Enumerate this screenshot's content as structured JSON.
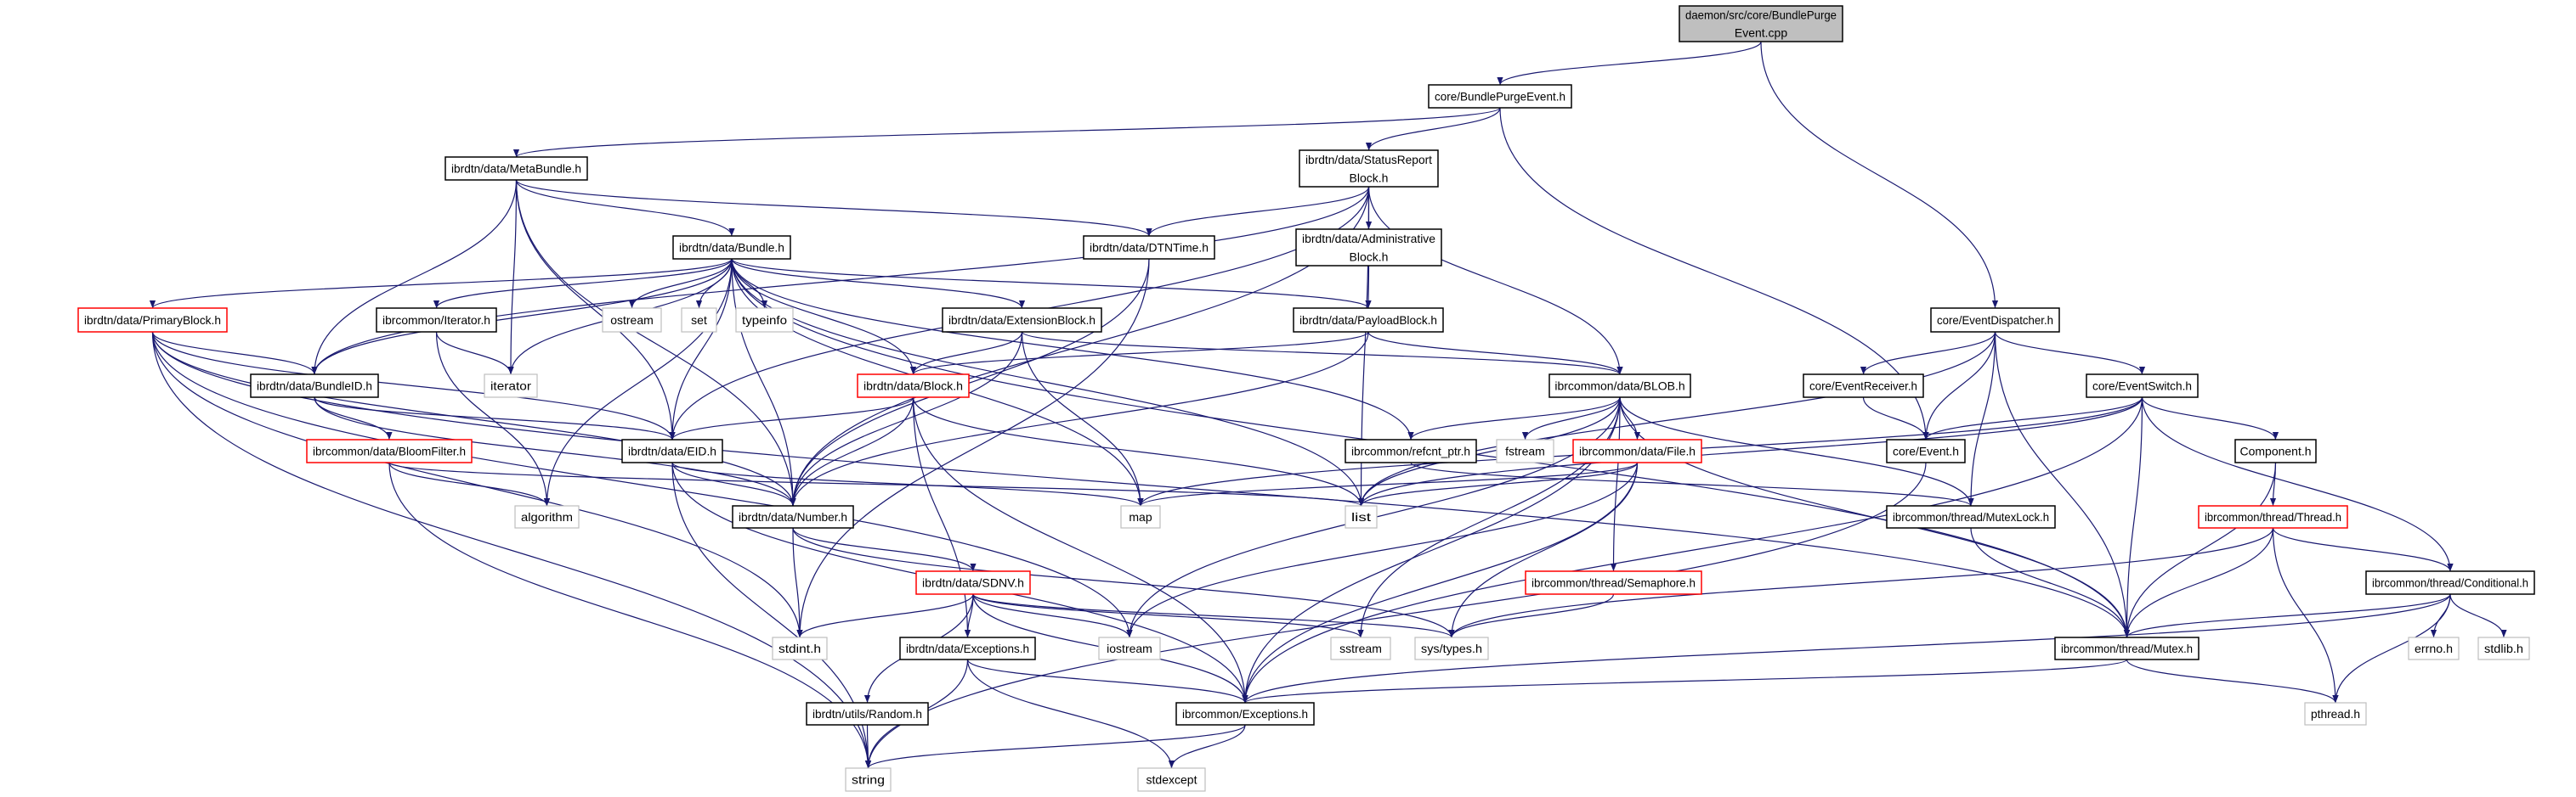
{
  "colors": {
    "edge": "#191970",
    "root_fill": "#bfbfbf",
    "normal_border": "#000000",
    "missing_border": "#ff0000",
    "external_border": "#bfbfbf"
  },
  "nodes": [
    {
      "id": "root",
      "kind": "root",
      "lines": [
        "daemon/src/core/BundlePurge",
        "Event.cpp"
      ]
    },
    {
      "id": "bpe",
      "kind": "normal",
      "lines": [
        "core/BundlePurgeEvent.h"
      ]
    },
    {
      "id": "metabundle",
      "kind": "normal",
      "lines": [
        "ibrdtn/data/MetaBundle.h"
      ]
    },
    {
      "id": "srb",
      "kind": "normal",
      "lines": [
        "ibrdtn/data/StatusReport",
        "Block.h"
      ]
    },
    {
      "id": "bundle",
      "kind": "normal",
      "lines": [
        "ibrdtn/data/Bundle.h"
      ]
    },
    {
      "id": "dtntime",
      "kind": "normal",
      "lines": [
        "ibrdtn/data/DTNTime.h"
      ]
    },
    {
      "id": "admin",
      "kind": "normal",
      "lines": [
        "ibrdtn/data/Administrative",
        "Block.h"
      ]
    },
    {
      "id": "primary",
      "kind": "missing",
      "lines": [
        "ibrdtn/data/PrimaryBlock.h"
      ]
    },
    {
      "id": "citerator",
      "kind": "normal",
      "lines": [
        "ibrcommon/Iterator.h"
      ]
    },
    {
      "id": "ostream",
      "kind": "external",
      "lines": [
        "ostream"
      ]
    },
    {
      "id": "set",
      "kind": "external",
      "lines": [
        "set"
      ]
    },
    {
      "id": "typeinfo",
      "kind": "external",
      "lines": [
        "typeinfo"
      ]
    },
    {
      "id": "extblock",
      "kind": "normal",
      "lines": [
        "ibrdtn/data/ExtensionBlock.h"
      ]
    },
    {
      "id": "payload",
      "kind": "normal",
      "lines": [
        "ibrdtn/data/PayloadBlock.h"
      ]
    },
    {
      "id": "dispatcher",
      "kind": "normal",
      "lines": [
        "core/EventDispatcher.h"
      ]
    },
    {
      "id": "bundleid",
      "kind": "normal",
      "lines": [
        "ibrdtn/data/BundleID.h"
      ]
    },
    {
      "id": "iterator",
      "kind": "external",
      "lines": [
        "iterator"
      ]
    },
    {
      "id": "block",
      "kind": "missing",
      "lines": [
        "ibrdtn/data/Block.h"
      ]
    },
    {
      "id": "blob",
      "kind": "normal",
      "lines": [
        "ibrcommon/data/BLOB.h"
      ]
    },
    {
      "id": "receiver",
      "kind": "normal",
      "lines": [
        "core/EventReceiver.h"
      ]
    },
    {
      "id": "switch",
      "kind": "normal",
      "lines": [
        "core/EventSwitch.h"
      ]
    },
    {
      "id": "bloom",
      "kind": "missing",
      "lines": [
        "ibrcommon/data/BloomFilter.h"
      ]
    },
    {
      "id": "eid",
      "kind": "normal",
      "lines": [
        "ibrdtn/data/EID.h"
      ]
    },
    {
      "id": "refcnt",
      "kind": "normal",
      "lines": [
        "ibrcommon/refcnt_ptr.h"
      ]
    },
    {
      "id": "fstream",
      "kind": "external",
      "lines": [
        "fstream"
      ]
    },
    {
      "id": "file",
      "kind": "missing",
      "lines": [
        "ibrcommon/data/File.h"
      ]
    },
    {
      "id": "event",
      "kind": "normal",
      "lines": [
        "core/Event.h"
      ]
    },
    {
      "id": "component",
      "kind": "normal",
      "lines": [
        "Component.h"
      ]
    },
    {
      "id": "algorithm",
      "kind": "external",
      "lines": [
        "algorithm"
      ]
    },
    {
      "id": "number",
      "kind": "normal",
      "lines": [
        "ibrdtn/data/Number.h"
      ]
    },
    {
      "id": "map",
      "kind": "external",
      "lines": [
        "map"
      ]
    },
    {
      "id": "list",
      "kind": "external",
      "lines": [
        "list"
      ]
    },
    {
      "id": "mutexlock",
      "kind": "normal",
      "lines": [
        "ibrcommon/thread/MutexLock.h"
      ]
    },
    {
      "id": "thread",
      "kind": "missing",
      "lines": [
        "ibrcommon/thread/Thread.h"
      ]
    },
    {
      "id": "sdnv",
      "kind": "missing",
      "lines": [
        "ibrdtn/data/SDNV.h"
      ]
    },
    {
      "id": "semaphore",
      "kind": "missing",
      "lines": [
        "ibrcommon/thread/Semaphore.h"
      ]
    },
    {
      "id": "conditional",
      "kind": "normal",
      "lines": [
        "ibrcommon/thread/Conditional.h"
      ]
    },
    {
      "id": "stdint",
      "kind": "external",
      "lines": [
        "stdint.h"
      ]
    },
    {
      "id": "dexceptions",
      "kind": "normal",
      "lines": [
        "ibrdtn/data/Exceptions.h"
      ]
    },
    {
      "id": "iostream",
      "kind": "external",
      "lines": [
        "iostream"
      ]
    },
    {
      "id": "sstream",
      "kind": "external",
      "lines": [
        "sstream"
      ]
    },
    {
      "id": "systypes",
      "kind": "external",
      "lines": [
        "sys/types.h"
      ]
    },
    {
      "id": "mutex",
      "kind": "normal",
      "lines": [
        "ibrcommon/thread/Mutex.h"
      ]
    },
    {
      "id": "errno",
      "kind": "external",
      "lines": [
        "errno.h"
      ]
    },
    {
      "id": "stdlib",
      "kind": "external",
      "lines": [
        "stdlib.h"
      ]
    },
    {
      "id": "random",
      "kind": "normal",
      "lines": [
        "ibrdtn/utils/Random.h"
      ]
    },
    {
      "id": "cexceptions",
      "kind": "normal",
      "lines": [
        "ibrcommon/Exceptions.h"
      ]
    },
    {
      "id": "pthread",
      "kind": "external",
      "lines": [
        "pthread.h"
      ]
    },
    {
      "id": "string",
      "kind": "external",
      "lines": [
        "string"
      ]
    },
    {
      "id": "stdexcept",
      "kind": "external",
      "lines": [
        "stdexcept"
      ]
    }
  ],
  "edges": [
    [
      "root",
      "bpe"
    ],
    [
      "root",
      "dispatcher"
    ],
    [
      "bpe",
      "metabundle"
    ],
    [
      "bpe",
      "srb"
    ],
    [
      "bpe",
      "event"
    ],
    [
      "metabundle",
      "bundle"
    ],
    [
      "metabundle",
      "dtntime"
    ],
    [
      "metabundle",
      "bundleid"
    ],
    [
      "metabundle",
      "eid"
    ],
    [
      "metabundle",
      "number"
    ],
    [
      "metabundle",
      "iterator"
    ],
    [
      "srb",
      "dtntime"
    ],
    [
      "srb",
      "admin"
    ],
    [
      "srb",
      "blob"
    ],
    [
      "srb",
      "number"
    ],
    [
      "srb",
      "eid"
    ],
    [
      "srb",
      "bundleid"
    ],
    [
      "srb",
      "list"
    ],
    [
      "admin",
      "payload"
    ],
    [
      "bundle",
      "primary"
    ],
    [
      "bundle",
      "citerator"
    ],
    [
      "bundle",
      "ostream"
    ],
    [
      "bundle",
      "set"
    ],
    [
      "bundle",
      "typeinfo"
    ],
    [
      "bundle",
      "block"
    ],
    [
      "bundle",
      "extblock"
    ],
    [
      "bundle",
      "payload"
    ],
    [
      "bundle",
      "eid"
    ],
    [
      "bundle",
      "number"
    ],
    [
      "bundle",
      "algorithm"
    ],
    [
      "bundle",
      "iterator"
    ],
    [
      "bundle",
      "map"
    ],
    [
      "bundle",
      "list"
    ],
    [
      "bundle",
      "refcnt"
    ],
    [
      "bundle",
      "bundleid"
    ],
    [
      "bundle",
      "mutex"
    ],
    [
      "primary",
      "bundleid"
    ],
    [
      "primary",
      "eid"
    ],
    [
      "primary",
      "number"
    ],
    [
      "primary",
      "string"
    ],
    [
      "primary",
      "stdint"
    ],
    [
      "primary",
      "iostream"
    ],
    [
      "primary",
      "mutex"
    ],
    [
      "citerator",
      "iterator"
    ],
    [
      "citerator",
      "algorithm"
    ],
    [
      "bundleid",
      "bloom"
    ],
    [
      "bundleid",
      "eid"
    ],
    [
      "bundleid",
      "number"
    ],
    [
      "bloom",
      "algorithm"
    ],
    [
      "bloom",
      "string"
    ],
    [
      "bloom",
      "list"
    ],
    [
      "eid",
      "number"
    ],
    [
      "eid",
      "string"
    ],
    [
      "eid",
      "cexceptions"
    ],
    [
      "eid",
      "map"
    ],
    [
      "number",
      "stdint"
    ],
    [
      "number",
      "sdnv"
    ],
    [
      "number",
      "systypes"
    ],
    [
      "dtntime",
      "number"
    ],
    [
      "dtntime",
      "stdint"
    ],
    [
      "extblock",
      "block"
    ],
    [
      "extblock",
      "number"
    ],
    [
      "extblock",
      "map"
    ],
    [
      "extblock",
      "blob"
    ],
    [
      "payload",
      "block"
    ],
    [
      "payload",
      "blob"
    ],
    [
      "payload",
      "number"
    ],
    [
      "block",
      "eid"
    ],
    [
      "block",
      "number"
    ],
    [
      "block",
      "list"
    ],
    [
      "block",
      "dexceptions"
    ],
    [
      "block",
      "cexceptions"
    ],
    [
      "blob",
      "refcnt"
    ],
    [
      "blob",
      "fstream"
    ],
    [
      "blob",
      "file"
    ],
    [
      "blob",
      "semaphore"
    ],
    [
      "blob",
      "mutexlock"
    ],
    [
      "blob",
      "mutex"
    ],
    [
      "blob",
      "iostream"
    ],
    [
      "blob",
      "sstream"
    ],
    [
      "blob",
      "list"
    ],
    [
      "blob",
      "cexceptions"
    ],
    [
      "refcnt",
      "mutexlock"
    ],
    [
      "file",
      "map"
    ],
    [
      "file",
      "list"
    ],
    [
      "file",
      "systypes"
    ],
    [
      "file",
      "iostream"
    ],
    [
      "file",
      "cexceptions"
    ],
    [
      "semaphore",
      "systypes"
    ],
    [
      "sdnv",
      "dexceptions"
    ],
    [
      "sdnv",
      "iostream"
    ],
    [
      "sdnv",
      "sstream"
    ],
    [
      "sdnv",
      "systypes"
    ],
    [
      "sdnv",
      "stdint"
    ],
    [
      "sdnv",
      "random"
    ],
    [
      "sdnv",
      "cexceptions"
    ],
    [
      "dexceptions",
      "cexceptions"
    ],
    [
      "dexceptions",
      "string"
    ],
    [
      "dexceptions",
      "stdexcept"
    ],
    [
      "random",
      "string"
    ],
    [
      "cexceptions",
      "string"
    ],
    [
      "cexceptions",
      "stdexcept"
    ],
    [
      "dispatcher",
      "receiver"
    ],
    [
      "dispatcher",
      "switch"
    ],
    [
      "dispatcher",
      "event"
    ],
    [
      "dispatcher",
      "mutexlock"
    ],
    [
      "dispatcher",
      "mutex"
    ],
    [
      "dispatcher",
      "list"
    ],
    [
      "receiver",
      "event"
    ],
    [
      "switch",
      "event"
    ],
    [
      "switch",
      "component"
    ],
    [
      "switch",
      "conditional"
    ],
    [
      "switch",
      "mutex"
    ],
    [
      "switch",
      "list"
    ],
    [
      "switch",
      "map"
    ],
    [
      "switch",
      "cexceptions"
    ],
    [
      "event",
      "string"
    ],
    [
      "component",
      "thread"
    ],
    [
      "component",
      "mutex"
    ],
    [
      "thread",
      "conditional"
    ],
    [
      "thread",
      "mutex"
    ],
    [
      "thread",
      "pthread"
    ],
    [
      "thread",
      "systypes"
    ],
    [
      "mutexlock",
      "mutex"
    ],
    [
      "mutex",
      "pthread"
    ],
    [
      "mutex",
      "cexceptions"
    ],
    [
      "conditional",
      "mutex"
    ],
    [
      "conditional",
      "errno"
    ],
    [
      "conditional",
      "stdlib"
    ],
    [
      "conditional",
      "pthread"
    ],
    [
      "conditional",
      "cexceptions"
    ]
  ]
}
